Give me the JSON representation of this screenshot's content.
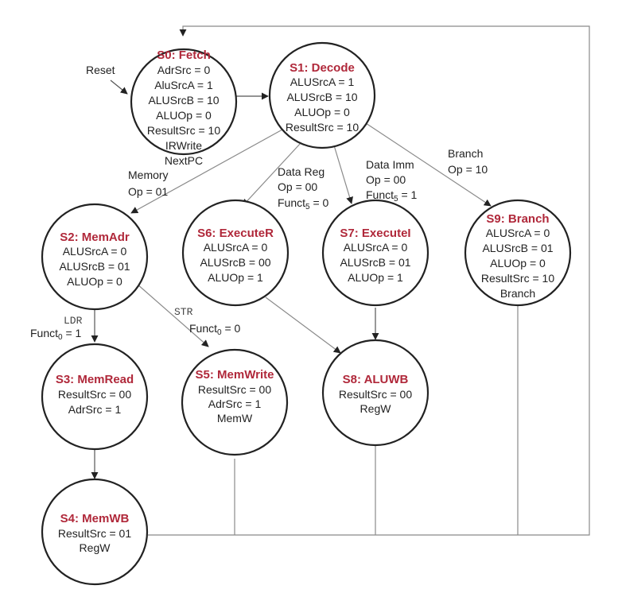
{
  "colors": {
    "title": "#b0283a",
    "text": "#222222",
    "edge": "#8a8a8a"
  },
  "states": {
    "s0": {
      "title": "S0: Fetch",
      "lines": [
        "AdrSrc = 0",
        "AluSrcA = 1",
        "ALUSrcB = 10",
        "ALUOp = 0",
        "ResultSrc = 10",
        "IRWrite",
        "NextPC"
      ]
    },
    "s1": {
      "title": "S1: Decode",
      "lines": [
        "ALUSrcA = 1",
        "ALUSrcB = 10",
        "ALUOp = 0",
        "ResultSrc = 10"
      ]
    },
    "s2": {
      "title": "S2: MemAdr",
      "lines": [
        "ALUSrcA = 0",
        "ALUSrcB = 01",
        "ALUOp = 0"
      ]
    },
    "s6": {
      "title": "S6: ExecuteR",
      "lines": [
        "ALUSrcA = 0",
        "ALUSrcB = 00",
        "ALUOp = 1"
      ]
    },
    "s7": {
      "title": "S7: ExecuteI",
      "lines": [
        "ALUSrcA = 0",
        "ALUSrcB = 01",
        "ALUOp = 1"
      ]
    },
    "s9": {
      "title": "S9: Branch",
      "lines": [
        "ALUSrcA = 0",
        "ALUSrcB = 01",
        "ALUOp = 0",
        "ResultSrc = 10",
        "Branch"
      ]
    },
    "s3": {
      "title": "S3: MemRead",
      "lines": [
        "ResultSrc = 00",
        "AdrSrc = 1"
      ]
    },
    "s5": {
      "title": "S5: MemWrite",
      "lines": [
        "ResultSrc = 00",
        "AdrSrc = 1",
        "MemW"
      ]
    },
    "s8": {
      "title": "S8: ALUWB",
      "lines": [
        "ResultSrc = 00",
        "RegW"
      ]
    },
    "s4": {
      "title": "S4: MemWB",
      "lines": [
        "ResultSrc = 01",
        "RegW"
      ]
    }
  },
  "labels": {
    "reset": "Reset",
    "memory": [
      "Memory",
      "Op = 01"
    ],
    "data_reg": [
      "Data Reg",
      "Op = 00",
      "Funct",
      "5",
      " = 0"
    ],
    "data_imm": [
      "Data Imm",
      "Op = 00",
      "Funct",
      "5",
      " = 1"
    ],
    "branch": [
      "Branch",
      "Op = 10"
    ],
    "ldr": "LDR",
    "ldr_cond": [
      "Funct",
      "0",
      " = 1"
    ],
    "str": "STR",
    "str_cond": [
      "Funct",
      "0",
      " = 0"
    ]
  }
}
